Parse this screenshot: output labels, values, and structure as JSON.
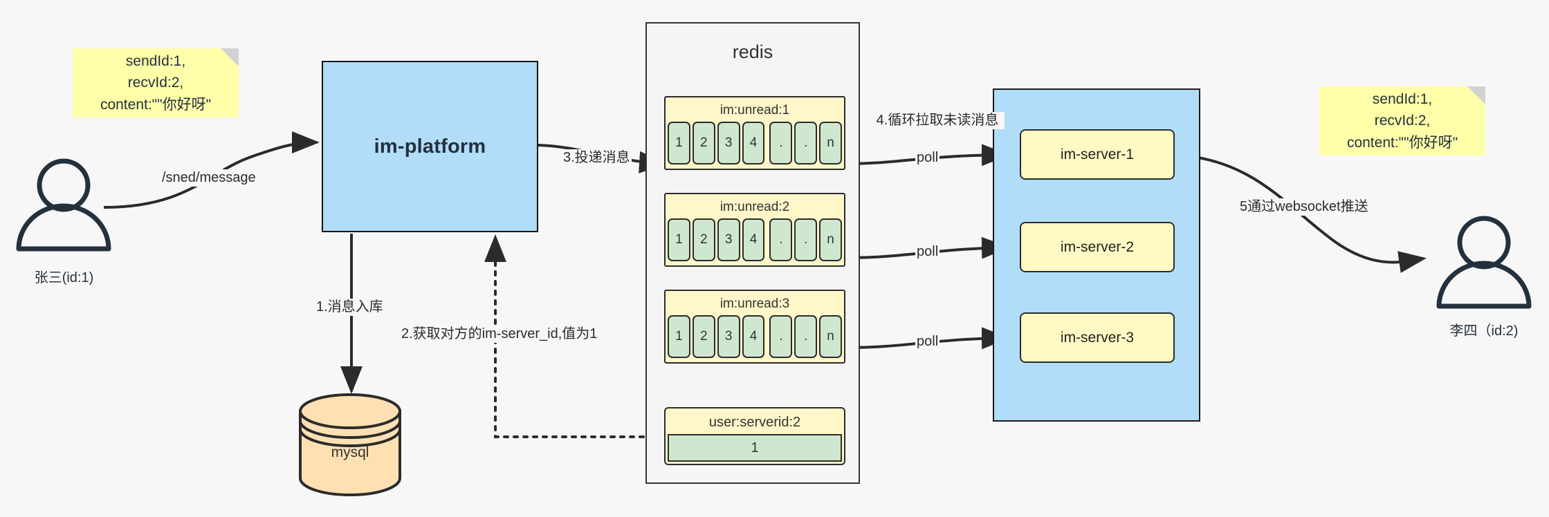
{
  "diagram": {
    "title": "IM message delivery architecture",
    "colors": {
      "background": "#f7f7f7",
      "sticky": "#ffffaa",
      "blue": "#b1ddf9",
      "redis_panel": "#f5f5f5",
      "queue_header": "#fff6c9",
      "queue_cell": "#cfe7cf",
      "server_chip": "#fff9c4",
      "mysql": "#ffe0b3",
      "stroke": "#2b2b2b"
    }
  },
  "notes": {
    "left": {
      "lines": [
        "sendId:1,",
        "recvId:2,",
        "content:\"\"你好呀\""
      ]
    },
    "right": {
      "lines": [
        "sendId:1,",
        "recvId:2,",
        "content:\"\"你好呀\""
      ]
    }
  },
  "actors": {
    "sender": {
      "caption": "张三(id:1)"
    },
    "receiver": {
      "caption": "李四（id:2)"
    }
  },
  "platform": {
    "label": "im-platform"
  },
  "datastore": {
    "label": "mysql"
  },
  "redis": {
    "title": "redis",
    "queues": [
      {
        "key": "im:unread:1",
        "cells": [
          "1",
          "2",
          "3",
          "4",
          ".",
          ".",
          "n"
        ]
      },
      {
        "key": "im:unread:2",
        "cells": [
          "1",
          "2",
          "3",
          "4",
          ".",
          ".",
          "n"
        ]
      },
      {
        "key": "im:unread:3",
        "cells": [
          "1",
          "2",
          "3",
          "4",
          ".",
          ".",
          "n"
        ]
      }
    ],
    "kv": {
      "key": "user:serverid:2",
      "value": "1"
    }
  },
  "servers": [
    {
      "label": "im-server-1"
    },
    {
      "label": "im-server-2"
    },
    {
      "label": "im-server-3"
    }
  ],
  "edges": {
    "send_message": "/sned/message",
    "step1": "1.消息入库",
    "step2": "2.获取对方的im-server_id,值为1",
    "step3": "3.投递消息",
    "step4": "4.循环拉取未读消息",
    "poll_1": "poll",
    "poll_2": "poll",
    "poll_3": "poll",
    "step5": "5通过websocket推送"
  }
}
